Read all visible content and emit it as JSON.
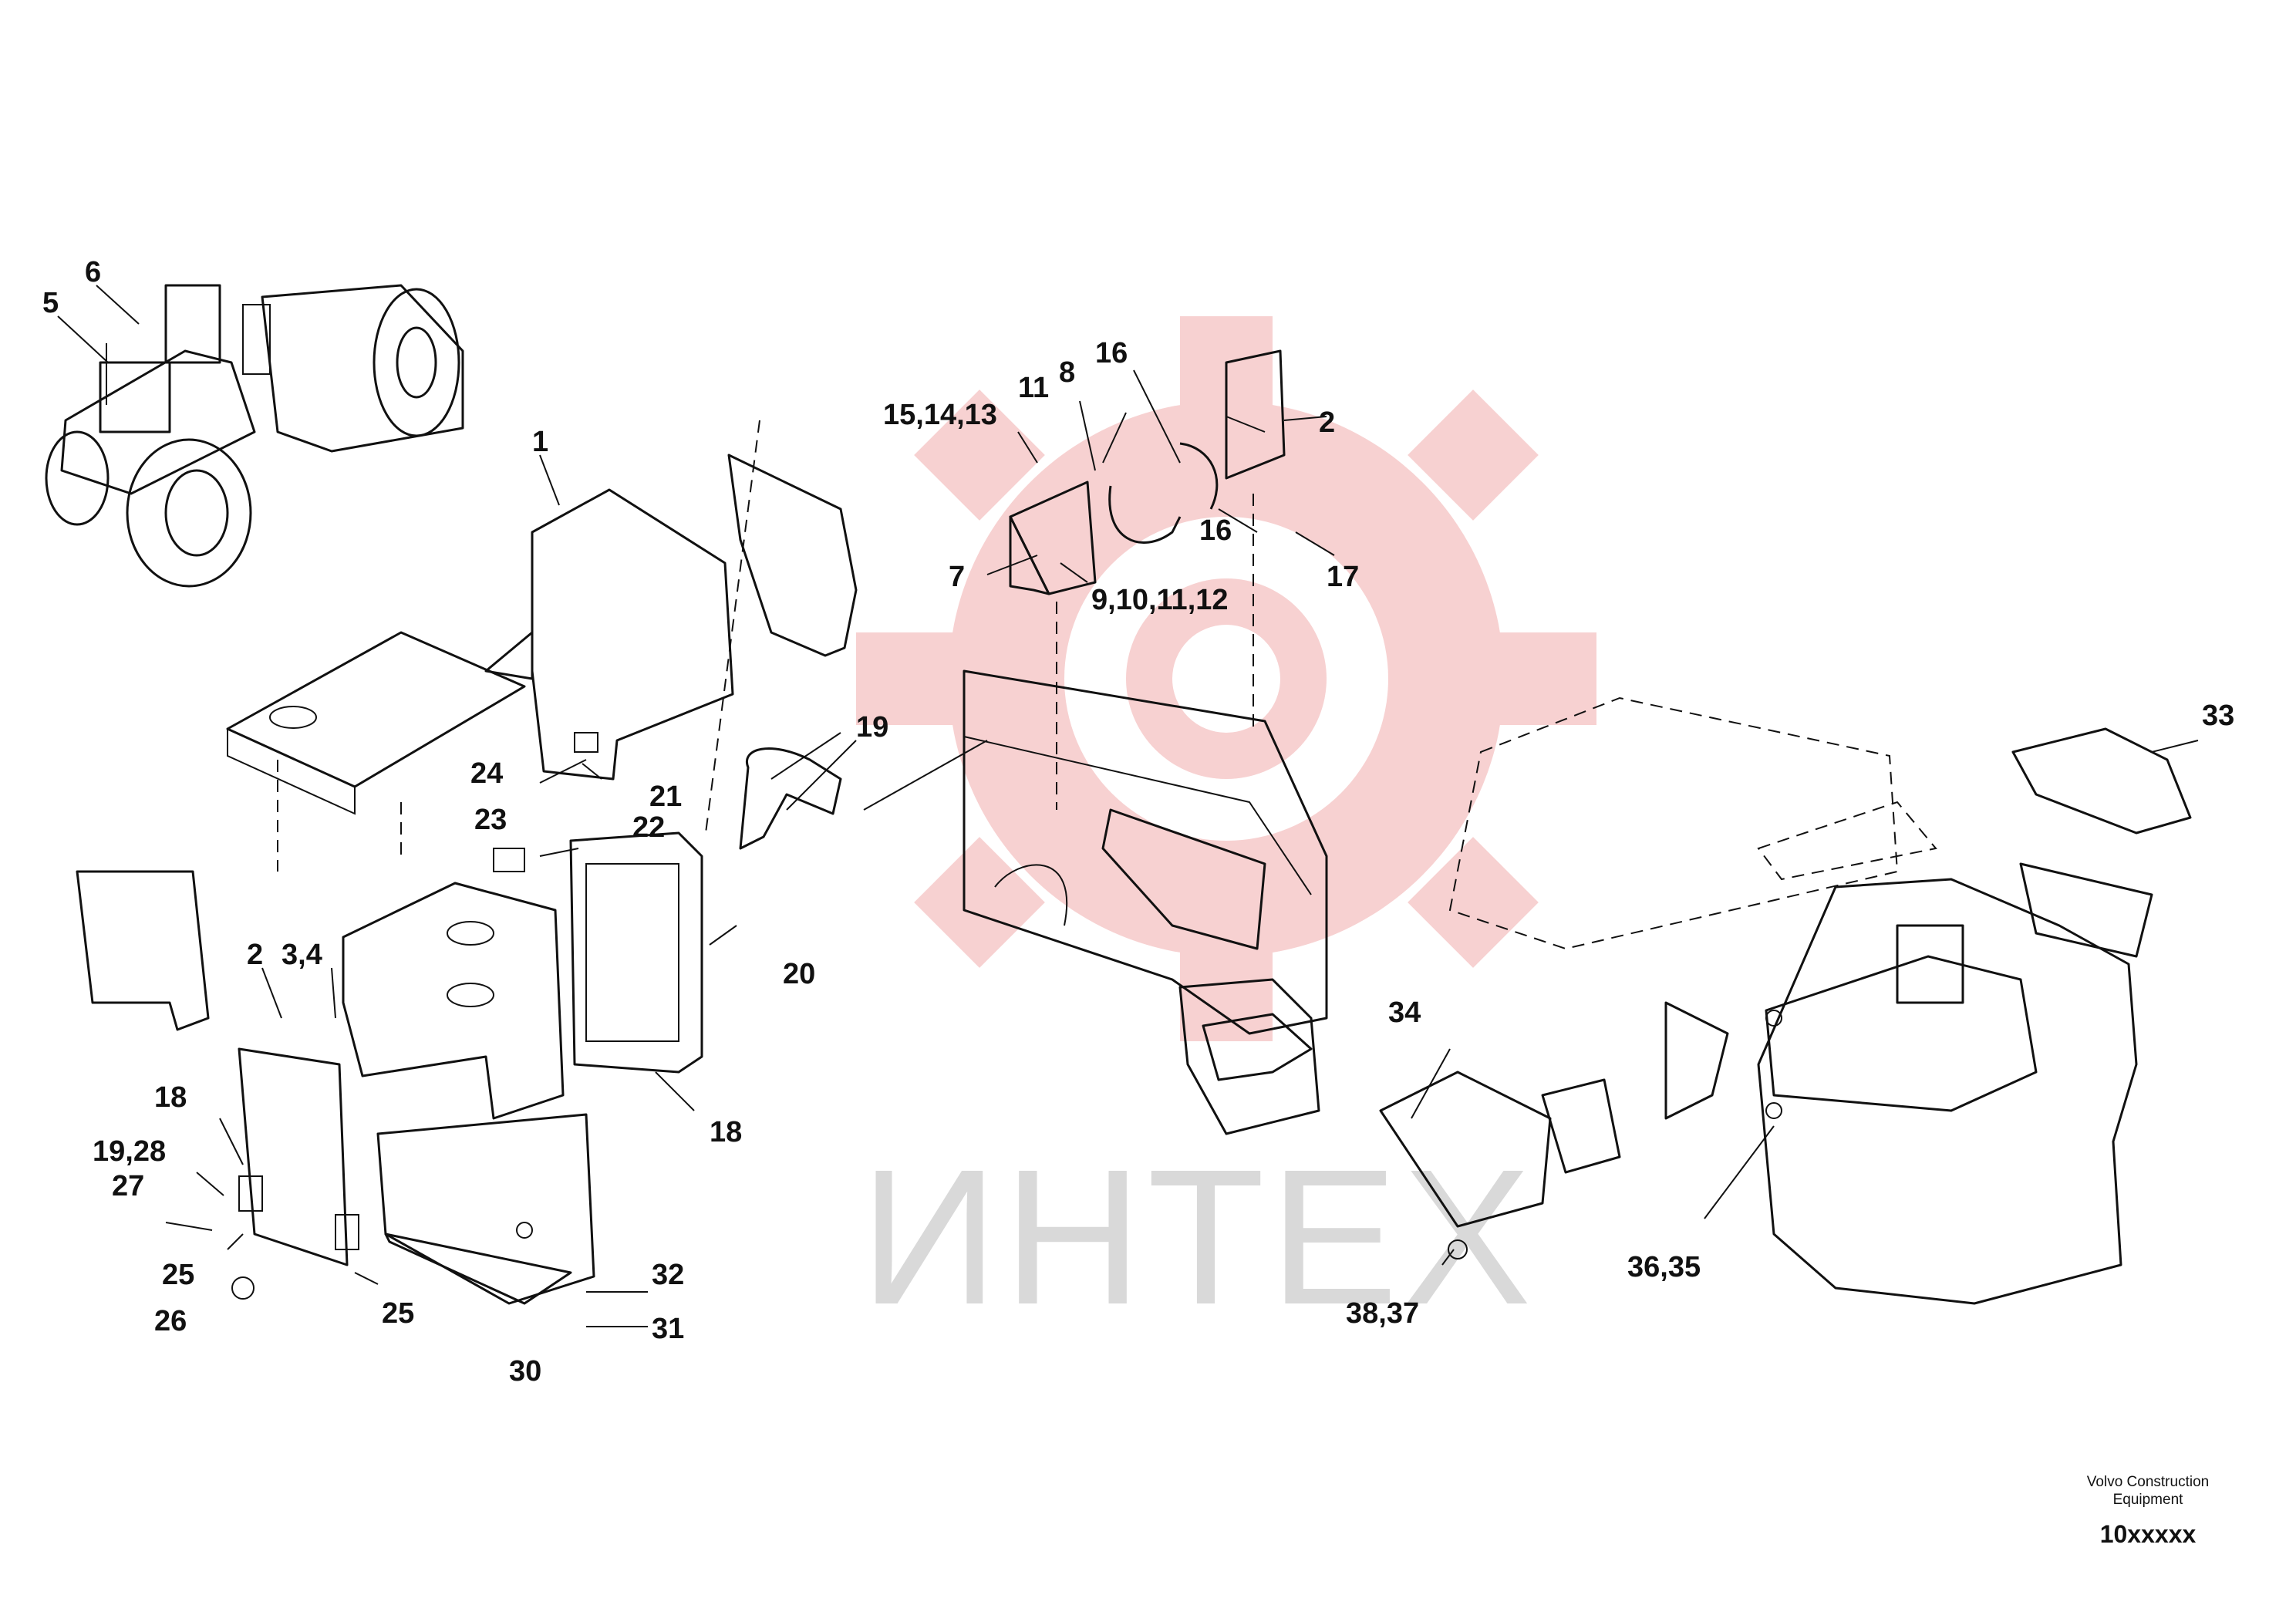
{
  "watermark": {
    "text": "ИНТЕХ",
    "gear_color": "#f6c9c9",
    "text_color": "#d9d9d9"
  },
  "footer": {
    "line1": "Volvo Construction",
    "line2": "Equipment",
    "code": "10xxxxx"
  },
  "callouts": {
    "c1": "1",
    "c2a": "2",
    "c2b": "2",
    "c34a": "3,4",
    "c5": "5",
    "c6": "6",
    "c7": "7",
    "c8": "8",
    "c9": "9,10,11,12",
    "c11": "11",
    "c131415": "15,14,13",
    "c16a": "16",
    "c16b": "16",
    "c17": "17",
    "c18a": "18",
    "c18b": "18",
    "c19": "19",
    "c1928": "19,28",
    "c20": "20",
    "c21": "21",
    "c22": "22",
    "c23": "23",
    "c24": "24",
    "c25a": "25",
    "c25b": "25",
    "c26": "26",
    "c27": "27",
    "c30": "30",
    "c31": "31",
    "c32": "32",
    "c33": "33",
    "c34": "34",
    "c3635": "36,35",
    "c3837": "38,37"
  }
}
